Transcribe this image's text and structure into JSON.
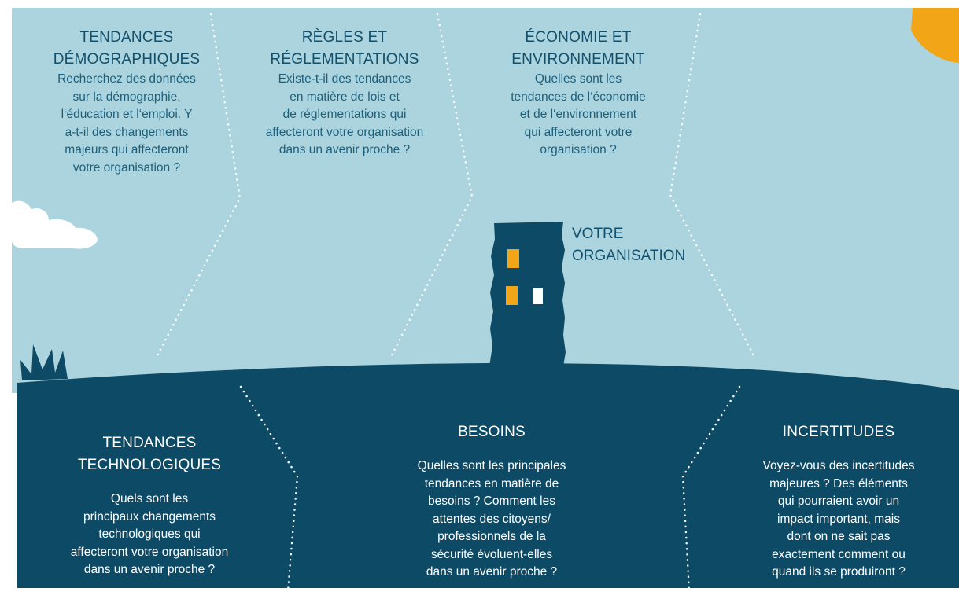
{
  "colors": {
    "sky": "#acd4de",
    "ground": "#0d4a66",
    "sun": "#f2a516",
    "window_lit": "#f2a516",
    "window_white": "#ffffff",
    "text_dark": "#12506b",
    "dots": "#ffffff"
  },
  "sky_blocks": {
    "demographics": {
      "title_line1": "TENDANCES",
      "title_line2": "DÉMOGRAPHIQUES",
      "body": [
        "Recherchez des données",
        "sur la démographie,",
        "l‘éducation et l‘emploi. Y",
        "a-t-il des changements",
        "majeurs qui affecteront",
        "votre organisation ?"
      ]
    },
    "regulations": {
      "title_line1": "RÈGLES ET",
      "title_line2": "RÉGLEMENTATIONS",
      "body": [
        "Existe-t-il des tendances",
        "en matière de lois et",
        "de réglementations qui",
        "affecteront votre organisation",
        "dans un avenir proche ?"
      ]
    },
    "economy": {
      "title_line1": "ÉCONOMIE ET",
      "title_line2": "ENVIRONNEMENT",
      "body": [
        "Quelles sont les",
        "tendances de l‘économie",
        "et de l‘environnement",
        "qui affecteront votre",
        "organisation ?"
      ]
    }
  },
  "organization": {
    "label_line1": "VOTRE",
    "label_line2": "ORGANISATION"
  },
  "ground_blocks": {
    "technology": {
      "title_line1": "TENDANCES",
      "title_line2": "TECHNOLOGIQUES",
      "body": [
        "Quels sont les",
        "principaux changements",
        "technologiques qui",
        "affecteront votre organisation",
        "dans un avenir proche ?"
      ]
    },
    "needs": {
      "title_line1": "BESOINS",
      "body": [
        "Quelles sont les principales",
        "tendances en matière de",
        "besoins ? Comment les",
        "attentes des citoyens/",
        "professionnels de la",
        "sécurité évoluent-elles",
        "dans un avenir proche ?"
      ]
    },
    "uncertainties": {
      "title_line1": "INCERTITUDES",
      "body": [
        "Voyez-vous des incertitudes",
        "majeures ? Des éléments",
        "qui pourraient avoir un",
        "impact important, mais",
        "dont on ne sait pas",
        "exactement comment ou",
        "quand ils se produiront ?"
      ]
    }
  }
}
